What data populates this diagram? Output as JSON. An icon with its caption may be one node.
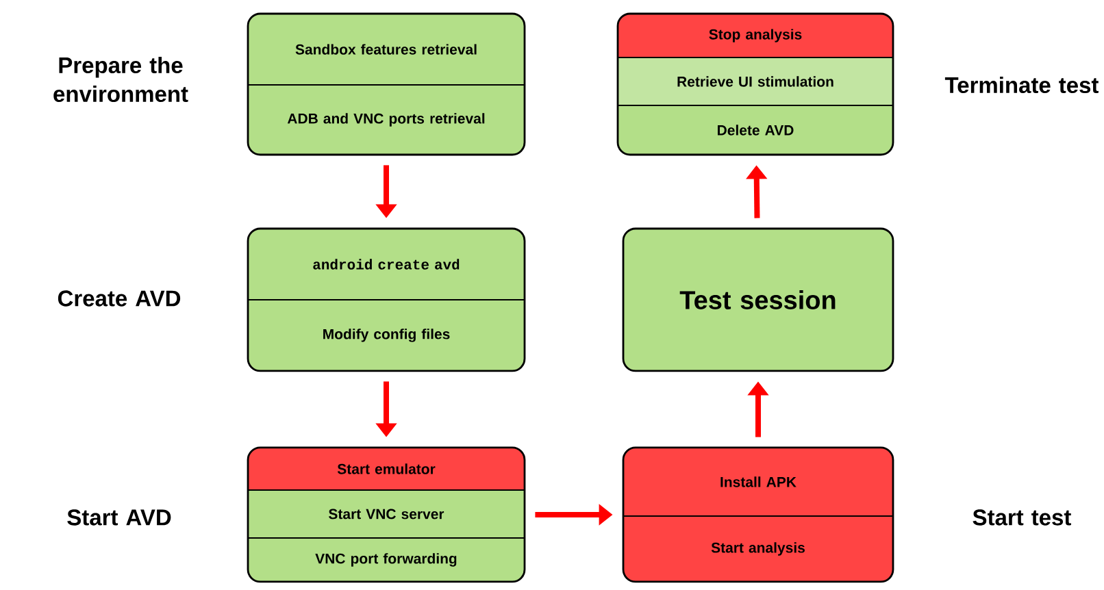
{
  "diagram": {
    "nodes": [
      {
        "text": [],
        "shape": "box"
      },
      {
        "text": [
          "Sandbox features retrieval"
        ],
        "in": 0
      },
      {
        "text": [
          "ADB and VNC ports retrieval"
        ],
        "in": 0
      },
      {
        "text": [],
        "shape": "box"
      },
      {
        "text": [
          "android create avd"
        ],
        "in": 3
      },
      {
        "text": [
          "Modify config files"
        ],
        "in": 3
      },
      {
        "text": [],
        "shape": "box"
      },
      {
        "text": [
          "Start emulator"
        ],
        "in": 6
      },
      {
        "text": [
          "Start VNC server"
        ],
        "in": 6
      },
      {
        "text": [
          "VNC port forwarding"
        ],
        "in": 6
      },
      {
        "text": [],
        "shape": "box"
      },
      {
        "text": [
          "Install APK"
        ],
        "in": 10
      },
      {
        "text": [
          "Start analysis"
        ],
        "in": 10
      },
      {
        "text": [
          "Test session"
        ]
      },
      {
        "text": [],
        "shape": "box"
      },
      {
        "text": [
          "Stop analysis"
        ],
        "in": 14
      },
      {
        "text": [
          "Retrieve UI stimulation"
        ],
        "in": 14
      },
      {
        "text": [
          "Delete AVD"
        ],
        "in": 14
      }
    ],
    "edges": [
      {
        "from": 0,
        "to": 3,
        "arrow": "to"
      },
      {
        "from": 3,
        "to": 6,
        "arrow": "to"
      },
      {
        "from": 6,
        "to": 10,
        "arrow": "to"
      },
      {
        "from": 10,
        "to": 13,
        "arrow": "to"
      },
      {
        "from": 13,
        "to": 14,
        "arrow": "to"
      }
    ],
    "labels": [
      "Prepare the environment",
      "Terminate test",
      "Create AVD",
      "Start AVD",
      "Start test"
    ]
  }
}
